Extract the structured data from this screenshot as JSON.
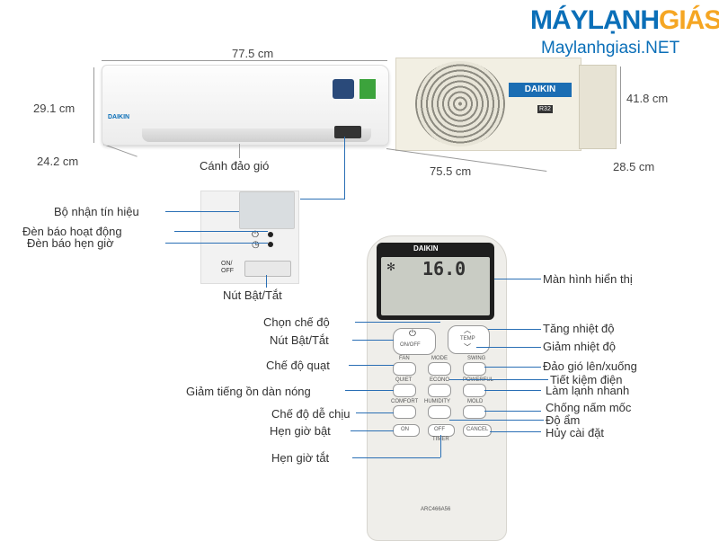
{
  "logo": {
    "brand_main": "MÁYLẠNH",
    "brand_accent": "GIÁSỈ",
    "site": "Maylanhgiasi.NET"
  },
  "indoor_unit": {
    "width": "77.5 cm",
    "height": "29.1 cm",
    "depth": "24.2 cm",
    "flap_label": "Cánh đảo gió"
  },
  "outdoor_unit": {
    "width": "75.5 cm",
    "height": "41.8 cm",
    "depth": "28.5 cm",
    "brand": "DAIKIN",
    "refrigerant": "R32"
  },
  "panel": {
    "receiver": "Bộ nhận tín hiệu",
    "operation_lamp": "Đèn báo hoạt động",
    "timer_lamp": "Đèn báo hẹn giờ",
    "on_off_text": "ON/ OFF",
    "on_off_button": "Nút Bật/Tắt"
  },
  "remote": {
    "brand": "DAIKIN",
    "display_temp": "16.0",
    "model": "ARC466A56",
    "buttons": {
      "onoff": "ON/OFF",
      "temp": "TEMP",
      "fan": "FAN",
      "mode": "MODE",
      "swing": "SWING",
      "quiet": "QUIET",
      "econo": "ECONO",
      "powerful": "POWERFUL",
      "comfort": "COMFORT",
      "humidity": "HUMIDITY",
      "mold": "MOLD",
      "on": "ON",
      "off": "OFF",
      "cancel": "CANCEL",
      "timer": "TIMER"
    }
  },
  "labels_left": {
    "mode_select": "Chọn chế độ",
    "on_off": "Nút Bật/Tắt",
    "fan_mode": "Chế độ quạt",
    "quiet_outdoor": "Giảm tiếng ồn dàn nóng",
    "comfort_mode": "Chế độ dễ chịu",
    "timer_on": "Hẹn giờ bật",
    "timer_off": "Hẹn giờ tắt"
  },
  "labels_right": {
    "display": "Màn hình hiển thị",
    "temp_up": "Tăng nhiệt độ",
    "temp_down": "Giảm nhiệt độ",
    "swing": "Đảo gió lên/xuống",
    "econo": "Tiết kiệm điện",
    "powerful": "Làm lạnh nhanh",
    "mold": "Chống nấm mốc",
    "humidity": "Độ ẩm",
    "cancel": "Hủy cài đặt"
  }
}
